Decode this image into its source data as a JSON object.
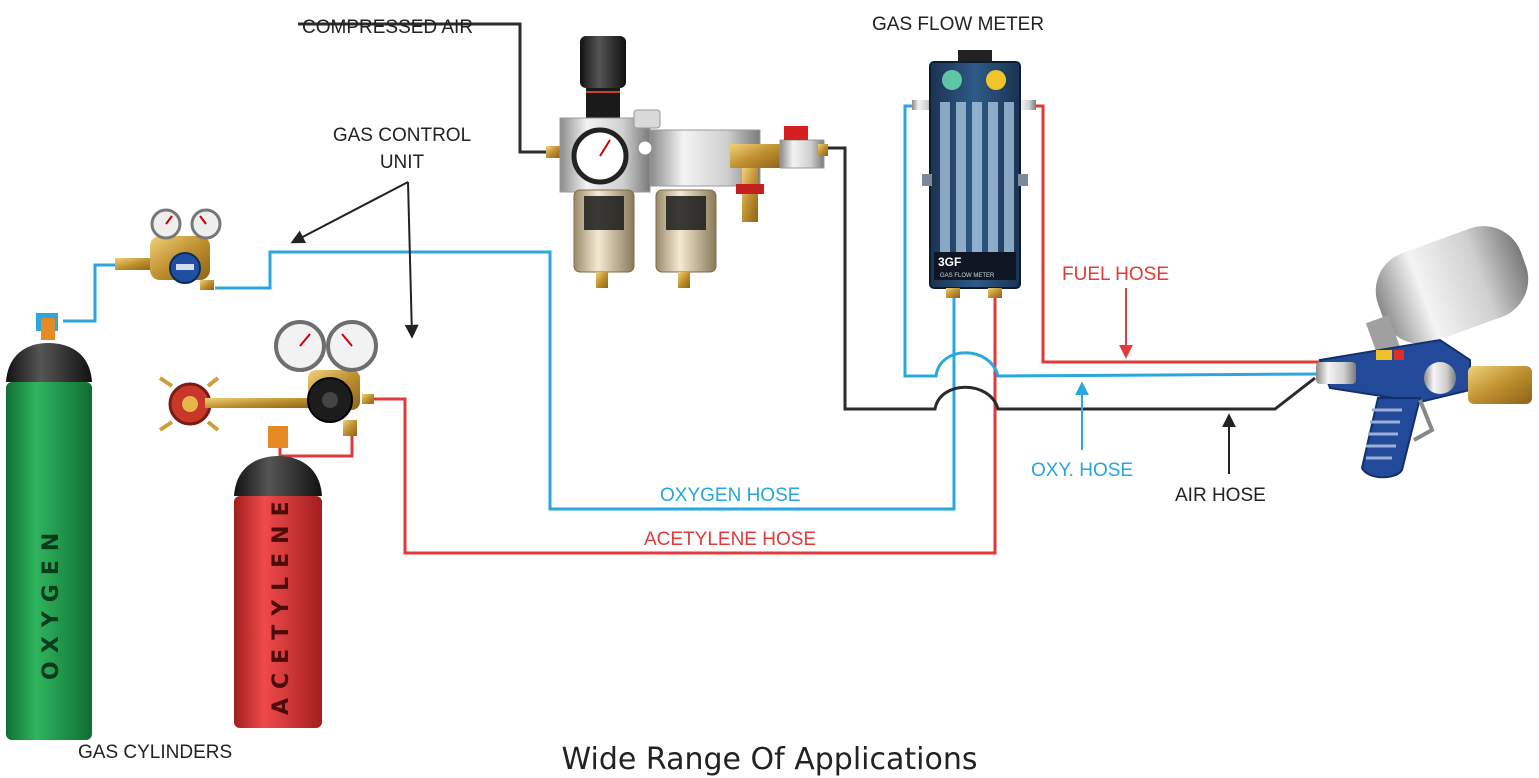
{
  "labels": {
    "compressed_air": "COMPRESSED AIR",
    "gas_flow_meter": "GAS FLOW METER",
    "gas_control_unit_line1": "GAS CONTROL",
    "gas_control_unit_line2": "UNIT",
    "fuel_hose": "FUEL HOSE",
    "oxy_hose": "OXY. HOSE",
    "air_hose": "AIR HOSE",
    "oxygen_hose": "OXYGEN HOSE",
    "acetylene_hose": "ACETYLENE HOSE",
    "gas_cylinders": "GAS CYLINDERS"
  },
  "cylinders": {
    "oxygen": "OXYGEN",
    "acetylene": "ACETYLENE"
  },
  "flow_meter": {
    "brand": "3GF",
    "subtitle": "GAS FLOW METER"
  },
  "caption": "Wide Range Of Applications",
  "colors": {
    "oxygen_line": "#2aa7dd",
    "fuel_line": "#e23a3a",
    "air_line": "#2b2b2b",
    "oxygen_cylinder": "#1f9a4a",
    "acetylene_cylinder": "#d93434",
    "brass": "#c9a03a"
  }
}
